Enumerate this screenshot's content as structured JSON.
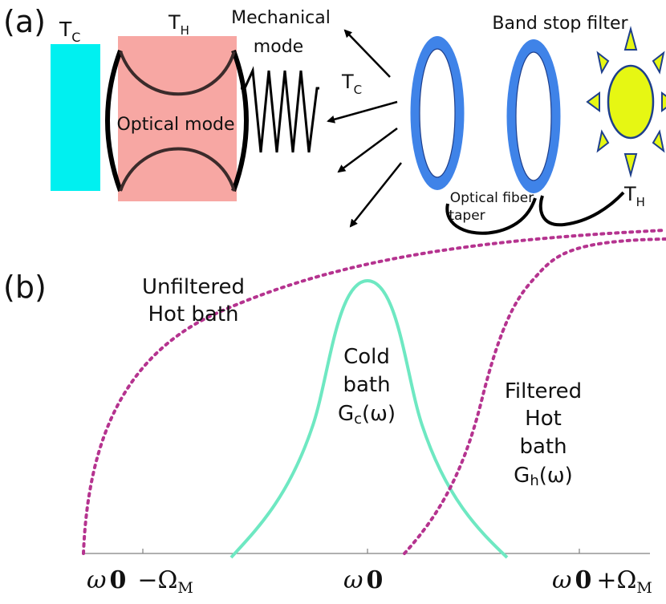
{
  "panel_a": {
    "label": "(a)",
    "cold_plate_label": "T",
    "cold_plate_sub": "C",
    "cavity_label": "T",
    "cavity_sub": "H",
    "optical_mode_label": "Optical mode",
    "mechanical_mode_label_1": "Mechanical",
    "mechanical_mode_label_2": "mode",
    "arrows_label": "T",
    "arrows_sub": "C",
    "filter_label": "Band stop filter",
    "fiber_label_1": "Optical fiber",
    "fiber_label_2": "taper",
    "sun_label": "T",
    "sun_sub": "H"
  },
  "panel_b": {
    "label": "(b)",
    "unfiltered_label_1": "Unfiltered",
    "unfiltered_label_2": "Hot bath",
    "cold_label_1": "Cold",
    "cold_label_2": "bath",
    "cold_label_3": "G",
    "cold_label_sub": "c",
    "cold_label_arg": "(ω)",
    "filtered_label_1": "Filtered",
    "filtered_label_2": "Hot",
    "filtered_label_3": "bath",
    "filtered_label_4": "G",
    "filtered_label_sub": "h",
    "filtered_label_arg": "(ω)",
    "tick_left_a": "ω",
    "tick_left_b": "0",
    "tick_left_c": "−Ω",
    "tick_left_d": "M",
    "tick_mid_a": "ω",
    "tick_mid_b": "0",
    "tick_right_a": "ω",
    "tick_right_b": "0",
    "tick_right_c": "+Ω",
    "tick_right_d": "M"
  },
  "colors": {
    "cold_plate": "#00f0f0",
    "cavity": "#f7a7a3",
    "ring": "#3f83e8",
    "sun": "#e6f713",
    "cold_curve": "#6ee8c2",
    "hot_curve": "#b5338f"
  },
  "chart_data": {
    "type": "line",
    "categories": [
      "ω0−ΩM",
      "ω0",
      "ω0+ΩM"
    ],
    "series": [
      {
        "name": "Unfiltered Hot bath",
        "style": "dotted"
      },
      {
        "name": "Cold bath Gc(ω)",
        "shape": "gaussian peak at ω0"
      },
      {
        "name": "Filtered Hot bath Gh(ω)",
        "style": "dotted"
      }
    ],
    "axes": "no y ticks, x axis baseline only"
  }
}
